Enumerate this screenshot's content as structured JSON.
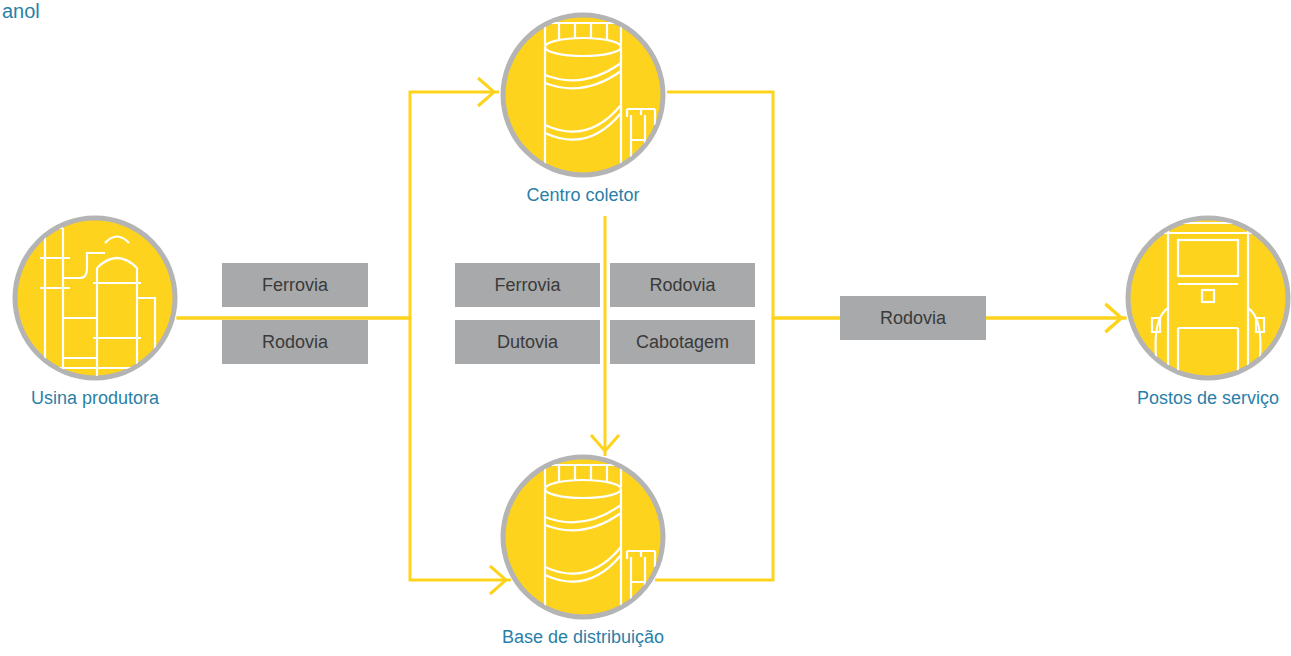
{
  "diagram": {
    "nodes": [
      {
        "text": [
          "Usina produtora"
        ]
      },
      {
        "text": [
          "Centro coletor"
        ]
      },
      {
        "text": [
          "Base de distribuição"
        ]
      },
      {
        "text": [
          "Postos de serviço"
        ]
      },
      {
        "text": [
          "Ferrovia"
        ]
      },
      {
        "text": [
          "Rodovia"
        ]
      },
      {
        "text": [
          "Ferrovia"
        ]
      },
      {
        "text": [
          "Rodovia"
        ]
      },
      {
        "text": [
          "Dutovia"
        ]
      },
      {
        "text": [
          "Cabotagem"
        ]
      },
      {
        "text": [
          "Rodovia"
        ]
      }
    ],
    "edges": [
      {
        "from": 0,
        "to": 1,
        "arrow": "to"
      },
      {
        "from": 0,
        "to": 2,
        "arrow": "to"
      },
      {
        "from": 1,
        "to": 2,
        "arrow": "to"
      },
      {
        "from": 1,
        "to": 3,
        "arrow": "to"
      },
      {
        "from": 2,
        "to": 3,
        "arrow": "to"
      }
    ],
    "labels": [
      "anol"
    ]
  }
}
